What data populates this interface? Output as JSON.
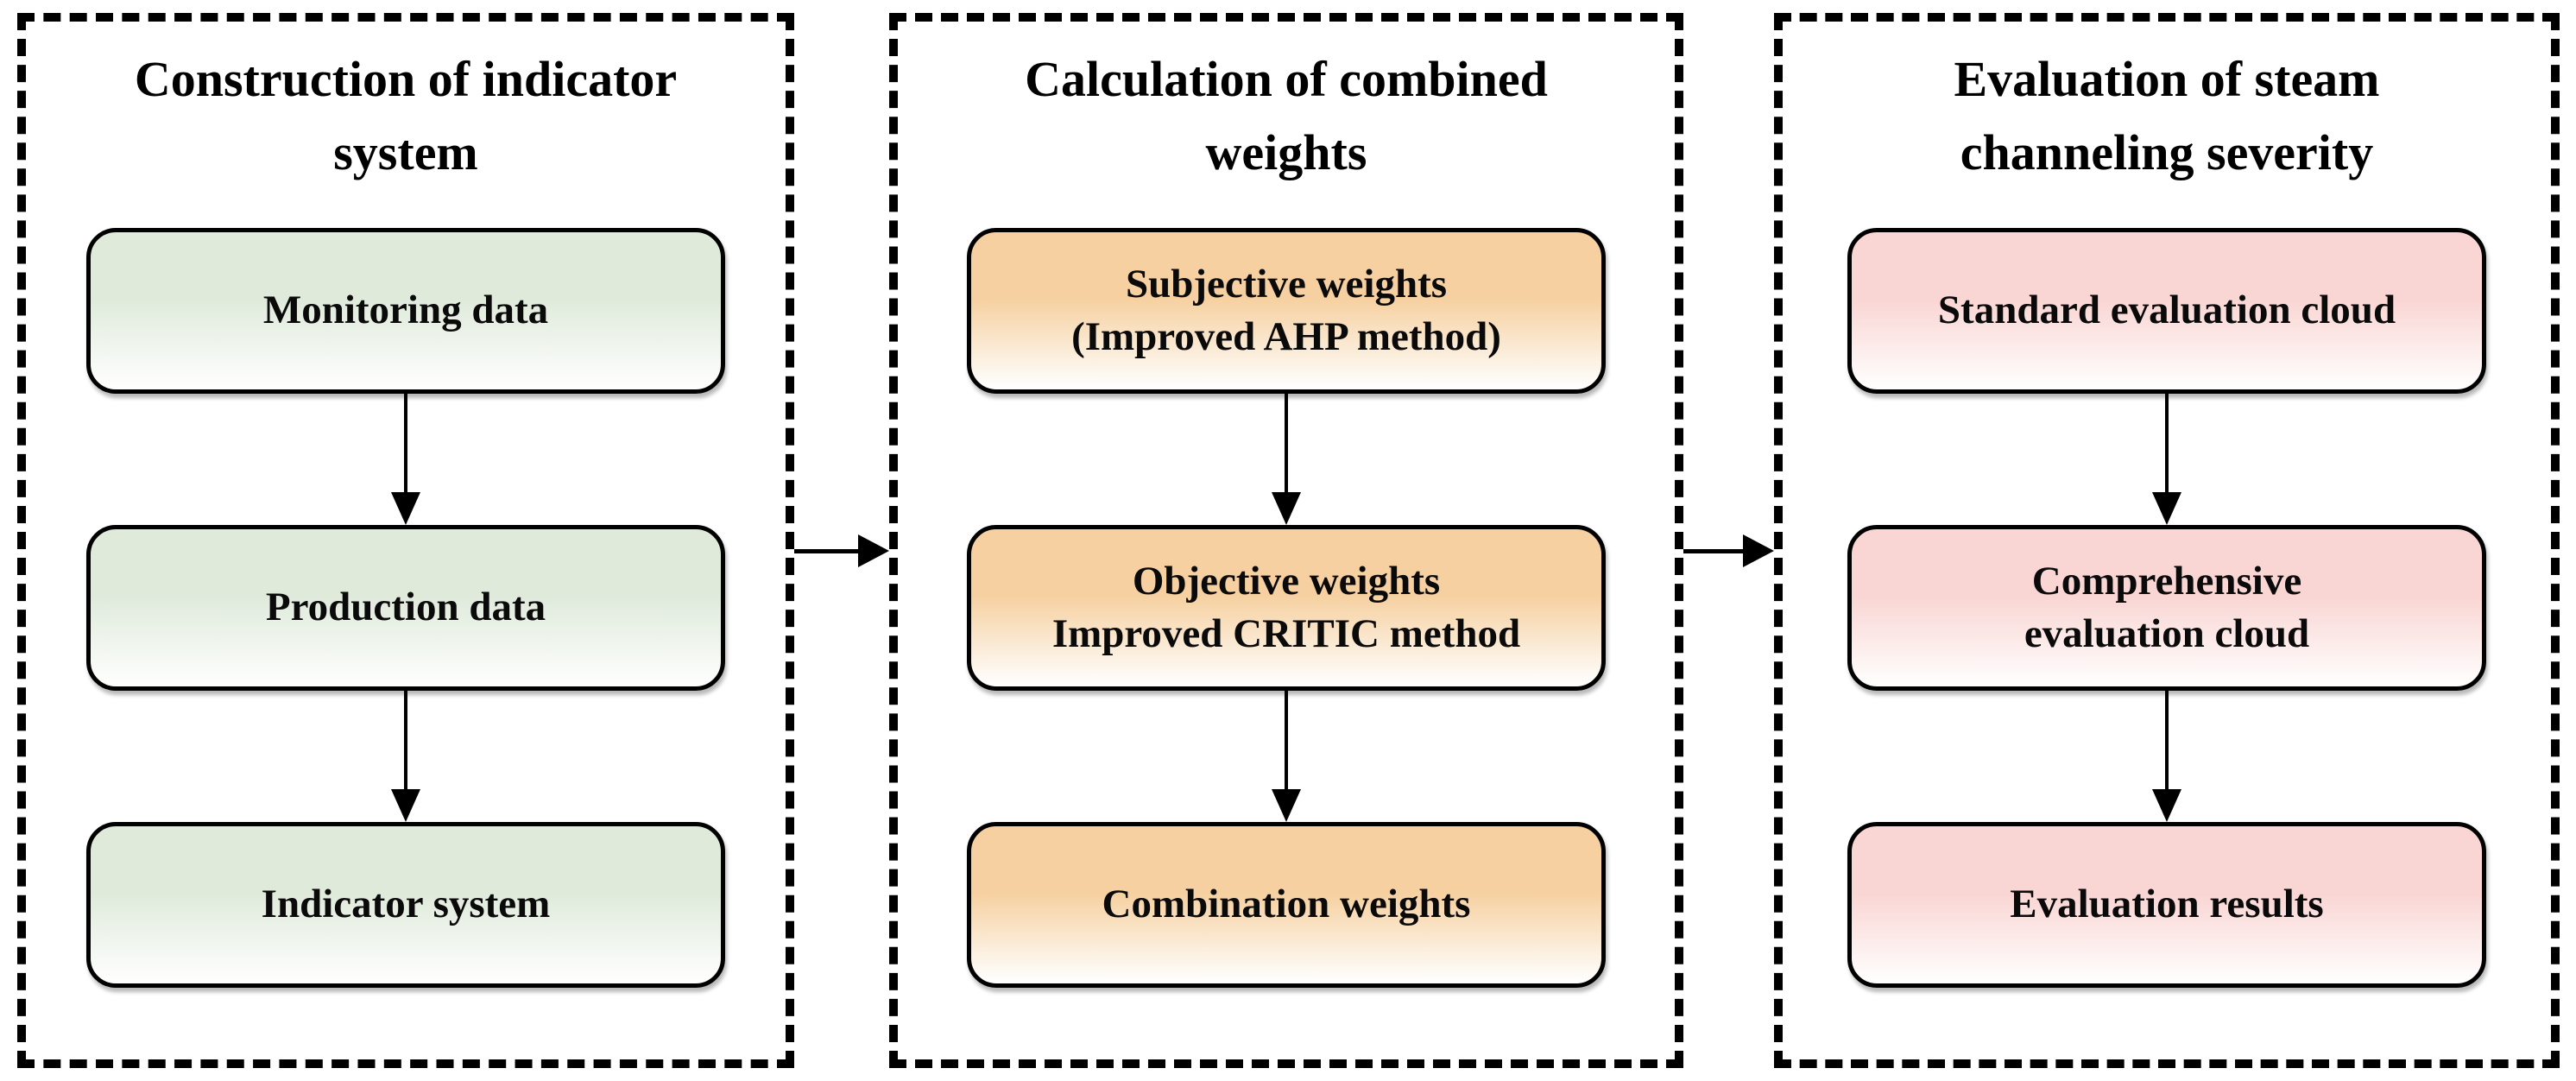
{
  "diagram": {
    "background_color": "#ffffff",
    "panel_border_color": "#000000",
    "arrow_color": "#000000",
    "panels": [
      {
        "title": "Construction of indicator\nsystem",
        "box_color": "#dfeadb",
        "boxes": [
          {
            "label": "Monitoring data"
          },
          {
            "label": "Production data"
          },
          {
            "label": "Indicator system"
          }
        ]
      },
      {
        "title": "Calculation of combined\nweights",
        "box_color": "#f6d0a0",
        "boxes": [
          {
            "label": "Subjective weights\n(Improved AHP method)"
          },
          {
            "label": "Objective weights\nImproved CRITIC method"
          },
          {
            "label": "Combination weights"
          }
        ]
      },
      {
        "title": "Evaluation of steam\nchanneling severity",
        "box_color": "#f9d5d3",
        "boxes": [
          {
            "label": "Standard evaluation cloud"
          },
          {
            "label": "Comprehensive\nevaluation cloud"
          },
          {
            "label": "Evaluation results"
          }
        ]
      }
    ],
    "connectors": [
      {
        "from": "Construction of indicator system",
        "to": "Calculation of combined weights"
      },
      {
        "from": "Calculation of combined weights",
        "to": "Evaluation of steam channeling severity"
      }
    ]
  }
}
